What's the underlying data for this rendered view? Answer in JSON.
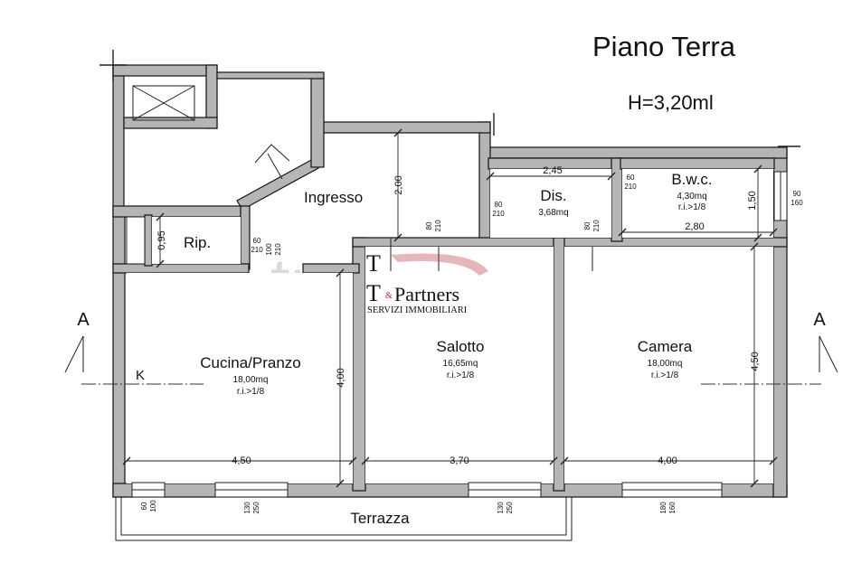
{
  "header": {
    "title": "Piano Terra",
    "height": "H=3,20ml"
  },
  "rooms": {
    "ingresso": {
      "name": "Ingresso"
    },
    "ripostiglio": {
      "name": "Rip."
    },
    "disimpegno": {
      "name": "Dis.",
      "area": "3,68mq"
    },
    "bagno": {
      "name": "B.w.c.",
      "area": "4,30mq",
      "ri": "r.i.>1/8"
    },
    "cucina": {
      "name": "Cucina/Pranzo",
      "area": "18,00mq",
      "ri": "r.i.>1/8"
    },
    "salotto": {
      "name": "Salotto",
      "area": "16,65mq",
      "ri": "r.i.>1/8"
    },
    "camera": {
      "name": "Camera",
      "area": "18,00mq",
      "ri": "r.i.>1/8"
    },
    "terrazza": {
      "name": "Terrazza"
    }
  },
  "kitchen_marker": "K",
  "section_marks": {
    "left": "A",
    "right": "A"
  },
  "dimensions": {
    "ingresso_h": "2,00",
    "rip_h": "0,95",
    "dis_w": "2,45",
    "bagno_w": "2,80",
    "bagno_h": "1,50",
    "cucina_w": "4,50",
    "cucina_h": "4,00",
    "salotto_w": "3,70",
    "camera_w": "4,00",
    "camera_h": "4,50"
  },
  "openings": {
    "rip_door": [
      "60",
      "210"
    ],
    "ingresso_door": [
      "100",
      "210"
    ],
    "dis_door": [
      "80",
      "210"
    ],
    "salotto_door": [
      "80",
      "210"
    ],
    "camera_door": [
      "80",
      "210"
    ],
    "bagno_door": [
      "60",
      "210"
    ],
    "bagno_window": [
      "90",
      "160"
    ],
    "win_cucina_1": [
      "60",
      "100"
    ],
    "win_cucina_2": [
      "130",
      "250"
    ],
    "win_salotto": [
      "130",
      "250"
    ],
    "win_camera": [
      "180",
      "160"
    ]
  },
  "logo": {
    "mark_top": "T",
    "mark_bottom": "T",
    "amp": "&",
    "name": "Partners",
    "tagline": "SERVIZI IMMOBILIARI"
  },
  "watermark": "trovacasa",
  "colors": {
    "wall_fill": "#b5b5b5",
    "line": "#111111",
    "logo_red": "#b5303a",
    "watermark": "#d8d8d8"
  }
}
